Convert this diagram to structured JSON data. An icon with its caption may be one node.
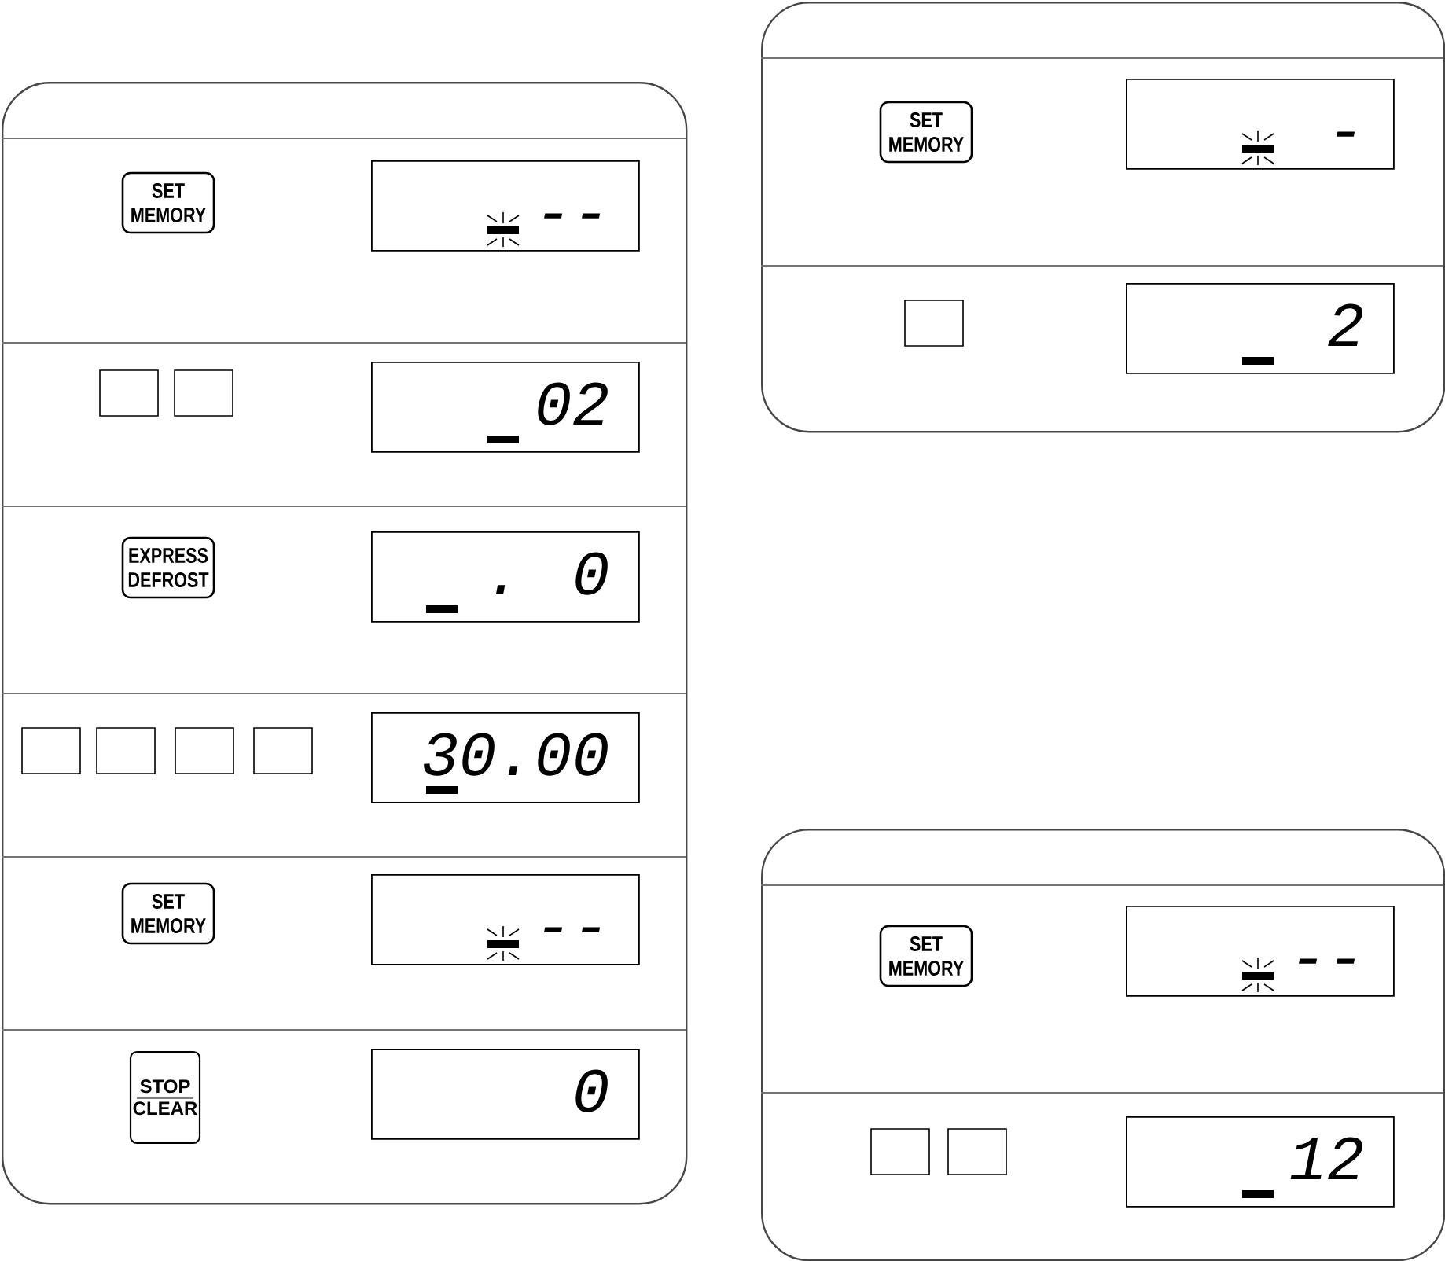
{
  "diagram": {
    "nodes": [
      {
        "text": [],
        "shape": "box"
      },
      {
        "text": [
          "SET MEMORY"
        ],
        "in": 0
      },
      {
        "text": [
          "--"
        ],
        "in": 0
      },
      {
        "text": [],
        "shape": "box",
        "in": 0
      },
      {
        "text": [],
        "shape": "box",
        "in": 0
      },
      {
        "text": [
          "02"
        ],
        "in": 0
      },
      {
        "text": [
          "EXPRESS DEFROST"
        ],
        "in": 0
      },
      {
        "text": [
          ". 0"
        ],
        "in": 0
      },
      {
        "text": [],
        "shape": "box",
        "in": 0
      },
      {
        "text": [],
        "shape": "box",
        "in": 0
      },
      {
        "text": [],
        "shape": "box",
        "in": 0
      },
      {
        "text": [],
        "shape": "box",
        "in": 0
      },
      {
        "text": [
          "30.00"
        ],
        "in": 0
      },
      {
        "text": [
          "SET MEMORY"
        ],
        "in": 0
      },
      {
        "text": [
          "--"
        ],
        "in": 0
      },
      {
        "text": [
          "STOP",
          "CLEAR"
        ],
        "in": 0
      },
      {
        "text": [
          "0"
        ],
        "in": 0
      },
      {
        "text": [],
        "shape": "box"
      },
      {
        "text": [
          "SET MEMORY"
        ],
        "in": 17
      },
      {
        "text": [
          "-"
        ],
        "in": 17
      },
      {
        "text": [],
        "shape": "box",
        "in": 17
      },
      {
        "text": [
          "2"
        ],
        "in": 17
      },
      {
        "text": [],
        "shape": "box"
      },
      {
        "text": [
          "SET MEMORY"
        ],
        "in": 22
      },
      {
        "text": [
          "--"
        ],
        "in": 22
      },
      {
        "text": [],
        "shape": "box",
        "in": 22
      },
      {
        "text": [],
        "shape": "box",
        "in": 22
      },
      {
        "text": [
          "12"
        ],
        "in": 22
      }
    ]
  }
}
